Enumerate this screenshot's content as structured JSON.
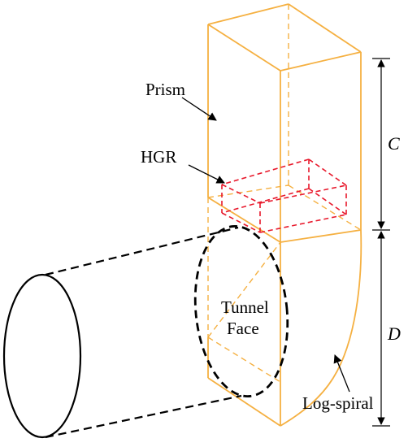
{
  "labels": {
    "prism": "Prism",
    "hgr": "HGR",
    "tunnel_face_line1": "Tunnel",
    "tunnel_face_line2": "Face",
    "log_spiral": "Log-spiral",
    "dim_c": "C",
    "dim_d": "D"
  },
  "colors": {
    "prism": "#F5B041",
    "hgr": "#E8192C",
    "tunnel": "#000000"
  }
}
